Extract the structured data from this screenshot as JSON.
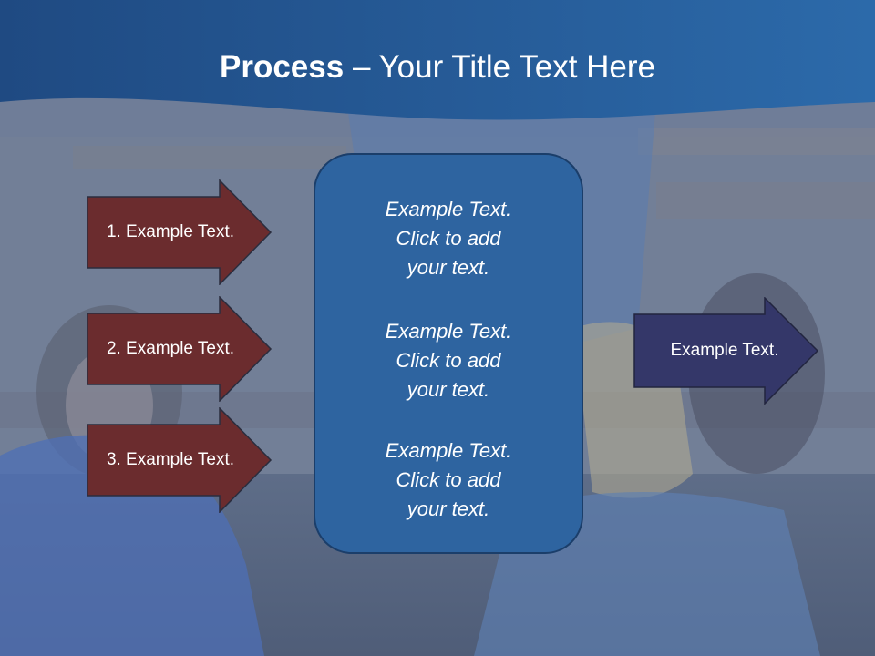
{
  "slide": {
    "title_bold": "Process",
    "title_rest": " – Your Title Text Here",
    "left_arrows": [
      {
        "label": "1. Example Text."
      },
      {
        "label": "2. Example Text."
      },
      {
        "label": "3. Example Text."
      }
    ],
    "center_blocks": [
      {
        "lines": [
          "Example Text.",
          "Click  to add",
          "your text."
        ]
      },
      {
        "lines": [
          "Example Text.",
          "Click  to add",
          "your text."
        ]
      },
      {
        "lines": [
          "Example Text.",
          "Click  to add",
          "your text."
        ]
      }
    ],
    "right_arrow": {
      "label": "Example Text."
    }
  },
  "colors": {
    "header_blue": "#23538e",
    "left_arrow_fill": "#6b2c2e",
    "center_box_fill": "#2e64a0",
    "right_arrow_fill": "#343769",
    "text": "#ffffff"
  }
}
